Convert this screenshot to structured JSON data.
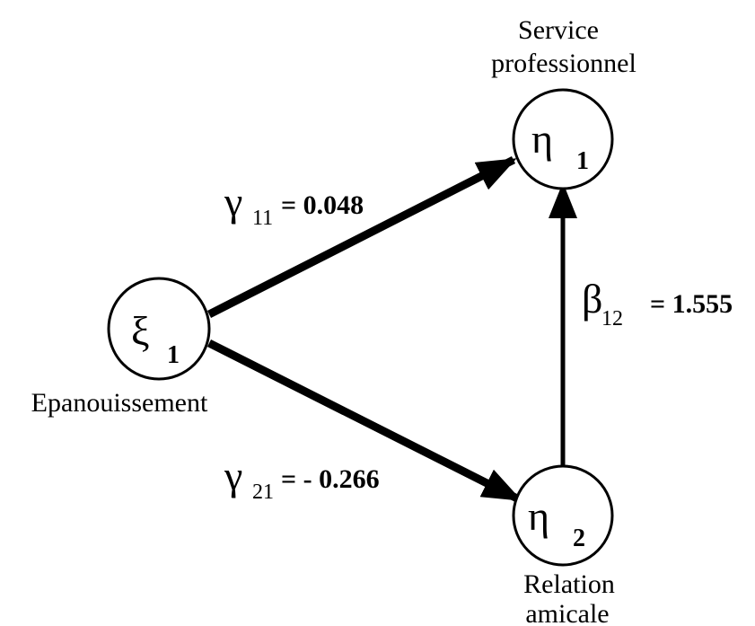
{
  "nodes": {
    "xi1": {
      "symbol": "ξ",
      "subscript": "1",
      "caption": [
        "Epanouissement"
      ]
    },
    "eta1": {
      "symbol": "η",
      "subscript": "1",
      "caption": [
        "Service",
        "professionnel"
      ]
    },
    "eta2": {
      "symbol": "η",
      "subscript": "2",
      "caption": [
        "Relation",
        "amicale"
      ]
    }
  },
  "edges": {
    "gamma11": {
      "symbol": "γ",
      "subscript": "11",
      "value": "= 0.048"
    },
    "gamma21": {
      "symbol": "γ",
      "subscript": "21",
      "value": "= - 0.266"
    },
    "beta12": {
      "symbol": "β",
      "subscript": "12",
      "value": "= 1.555"
    }
  }
}
